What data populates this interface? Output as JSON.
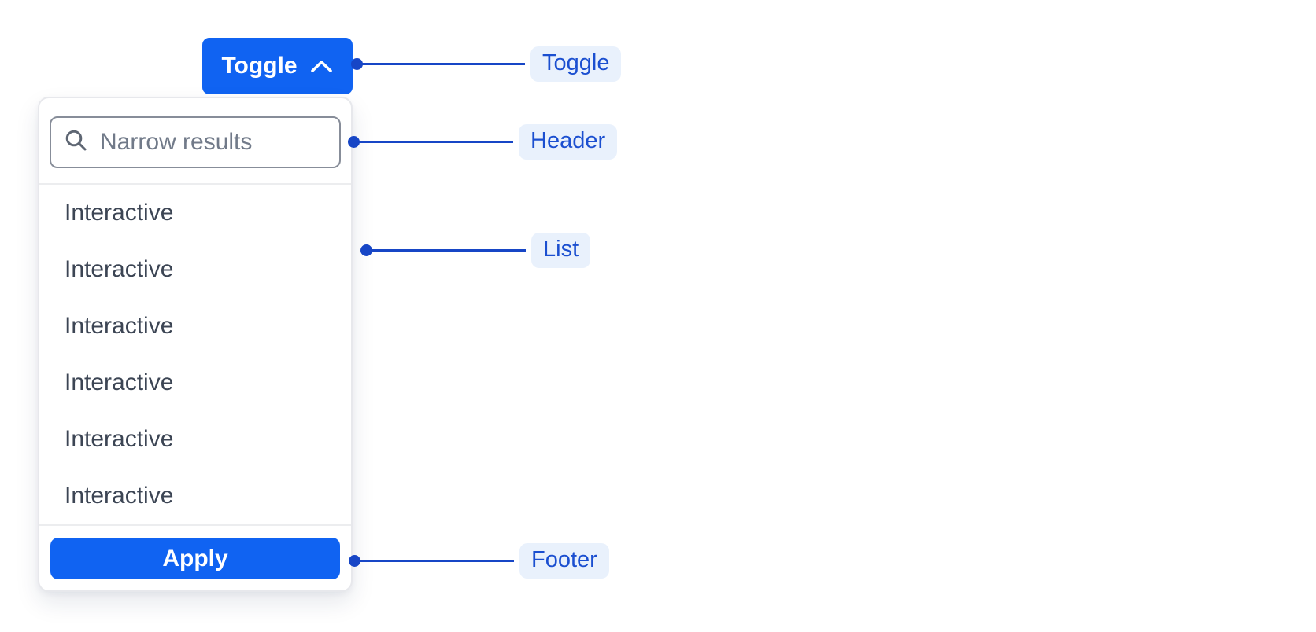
{
  "toggle_button": {
    "label": "Toggle",
    "icon": "chevron-up"
  },
  "dropdown": {
    "search": {
      "placeholder": "Narrow results",
      "value": "",
      "icon": "magnifying-glass"
    },
    "items": [
      "Interactive",
      "Interactive",
      "Interactive",
      "Interactive",
      "Interactive",
      "Interactive"
    ],
    "footer": {
      "apply_label": "Apply"
    }
  },
  "annotations": [
    {
      "label": "Toggle"
    },
    {
      "label": "Header"
    },
    {
      "label": "List"
    },
    {
      "label": "Footer"
    }
  ],
  "colors": {
    "btn_blue": "#1063F2",
    "ann_blue": "#1746C6",
    "pill_text": "#1B4FD0",
    "pill_bg": "#E9F1FC",
    "panel_border": "#E7E8EC",
    "divider": "#ECEDEF",
    "input_border": "#878D99",
    "placeholder": "#717A89",
    "item_text": "#3C4554",
    "icon_gray": "#5E6673"
  }
}
